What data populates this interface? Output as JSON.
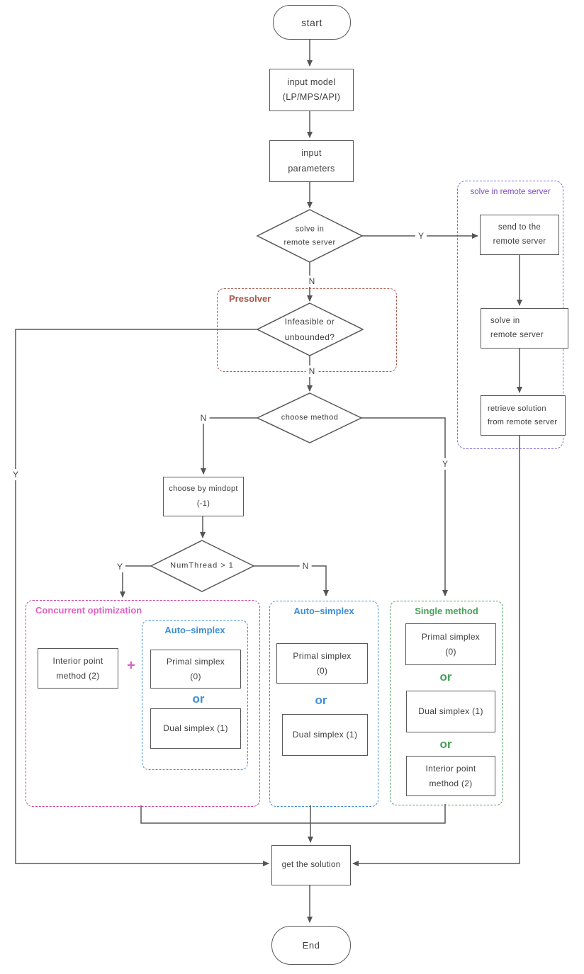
{
  "colors": {
    "line": "#595959",
    "text": "#3d3d3d",
    "brick": "#A75A49",
    "purpleB": "#7C6AD8",
    "purpleT": "#7F4BC8",
    "pinkB": "#C8409C",
    "pinkT": "#DE60C2",
    "blue": "#3E8ED8",
    "green": "#4AA05A"
  },
  "nodes": {
    "start": "start",
    "input_model": "input model\n(LP/MPS/API)",
    "input_parameters": "input\nparameters",
    "solve_remote_decision": "solve in\nremote server",
    "infeasible_decision": "Infeasible or\nunbounded?",
    "choose_method_decision": "choose  method",
    "choose_by_mindopt": "choose by mindopt\n(-1)",
    "numthread_decision": "NumThread > 1",
    "send_to_remote": "send to the\nremote server",
    "solve_in_remote": "solve in\nremote server",
    "retrieve_solution": "retrieve solution\nfrom remote server",
    "interior_point_concurrent": "Interior point\nmethod (2)",
    "primal_concurrent": "Primal simplex\n(0)",
    "dual_concurrent": "Dual simplex (1)",
    "primal_auto": "Primal simplex\n(0)",
    "dual_auto": "Dual simplex (1)",
    "primal_single": "Primal simplex\n(0)",
    "dual_single": "Dual simplex (1)",
    "interior_single": "Interior point\nmethod (2)",
    "get_solution": "get the solution",
    "end": "End"
  },
  "containers": {
    "presolver": "Presolver",
    "remote": "solve in remote server",
    "concurrent": "Concurrent optimization",
    "auto_nested": "Auto–simplex",
    "auto_mid": "Auto–simplex",
    "single": "Single method"
  },
  "labels": {
    "y_remote": "Y",
    "n_remote": "N",
    "n_infeasible": "N",
    "y_infeasible": "Y",
    "n_choose": "N",
    "y_choose": "Y",
    "y_numthread": "Y",
    "n_numthread": "N",
    "plus": "+",
    "or_concurrent": "or",
    "or_auto": "or",
    "or_single_1": "or",
    "or_single_2": "or"
  }
}
